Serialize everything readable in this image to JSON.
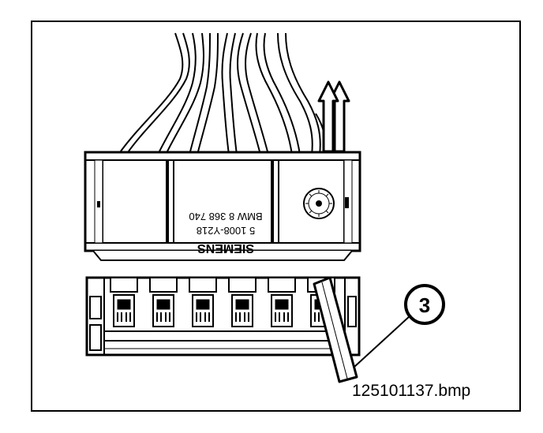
{
  "figure": {
    "caption": "125101137.bmp",
    "callout_number": "3",
    "label": {
      "brand": "SIEMENS",
      "line1": "5 1008-Y218",
      "line2": "BMW 8 368 740"
    }
  },
  "colors": {
    "ink": "#000000",
    "paper": "#ffffff"
  }
}
